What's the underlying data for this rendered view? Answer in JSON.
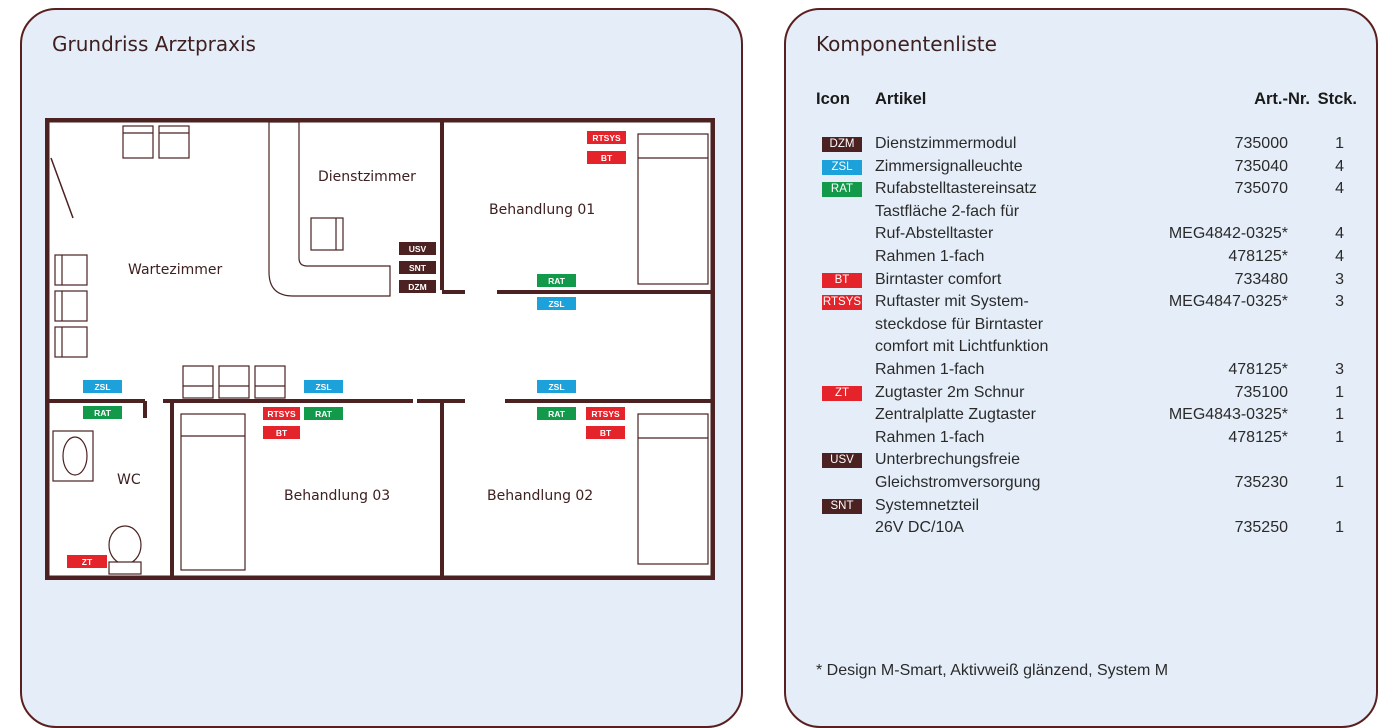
{
  "left_panel": {
    "title": "Grundriss Arztpraxis",
    "rooms": {
      "wartezimmer": "Wartezimmer",
      "dienstzimmer": "Dienstzimmer",
      "behandlung01": "Behandlung 01",
      "behandlung02": "Behandlung 02",
      "behandlung03": "Behandlung 03",
      "wc": "WC"
    },
    "badges": {
      "rtsys": "RTSYS",
      "bt": "BT",
      "rat": "RAT",
      "zsl": "ZSL",
      "usv": "USV",
      "snt": "SNT",
      "dzm": "DZM",
      "zt": "ZT"
    }
  },
  "colors": {
    "dark_brown": "#4b2221",
    "blue": "#1da1db",
    "green": "#129a4a",
    "red": "#e5232a",
    "panel_bg": "#e5eef8",
    "border": "#5a1f1f"
  },
  "right_panel": {
    "title": "Komponentenliste",
    "headers": {
      "icon": "Icon",
      "artikel": "Artikel",
      "artnr": "Art.-Nr.",
      "stck": "Stck."
    },
    "rows": [
      {
        "icon": "DZM",
        "color": "#4b2221",
        "artikel": "Dienstzimmermodul",
        "artnr": "735000",
        "stck": "1"
      },
      {
        "icon": "ZSL",
        "color": "#1da1db",
        "artikel": "Zimmersignalleuchte",
        "artnr": "735040",
        "stck": "4"
      },
      {
        "icon": "RAT",
        "color": "#129a4a",
        "artikel": "Rufabstelltastereinsatz",
        "artnr": "735070",
        "stck": "4"
      },
      {
        "icon": "",
        "color": "",
        "artikel": "Tastfläche 2-fach für",
        "artnr": "",
        "stck": ""
      },
      {
        "icon": "",
        "color": "",
        "artikel": "Ruf-Abstelltaster",
        "artnr": "MEG4842-0325*",
        "stck": "4"
      },
      {
        "icon": "",
        "color": "",
        "artikel": "Rahmen 1-fach",
        "artnr": "478125*",
        "stck": "4"
      },
      {
        "icon": "BT",
        "color": "#e5232a",
        "artikel": "Birntaster comfort",
        "artnr": "733480",
        "stck": "3"
      },
      {
        "icon": "RTSYS",
        "color": "#e5232a",
        "artikel": "Ruftaster mit System-",
        "artnr": "MEG4847-0325*",
        "stck": "3"
      },
      {
        "icon": "",
        "color": "",
        "artikel": "steckdose für Birntaster",
        "artnr": "",
        "stck": ""
      },
      {
        "icon": "",
        "color": "",
        "artikel": "comfort mit  Lichtfunktion",
        "artnr": "",
        "stck": ""
      },
      {
        "icon": "",
        "color": "",
        "artikel": "Rahmen 1-fach",
        "artnr": "478125*",
        "stck": "3"
      },
      {
        "icon": "ZT",
        "color": "#e5232a",
        "artikel": "Zugtaster 2m Schnur",
        "artnr": "735100",
        "stck": "1"
      },
      {
        "icon": "",
        "color": "",
        "artikel": "Zentralplatte Zugtaster",
        "artnr": "MEG4843-0325*",
        "stck": "1"
      },
      {
        "icon": "",
        "color": "",
        "artikel": "Rahmen 1-fach",
        "artnr": "478125*",
        "stck": "1"
      },
      {
        "icon": "USV",
        "color": "#4b2221",
        "artikel": "Unterbrechungsfreie",
        "artnr": "",
        "stck": ""
      },
      {
        "icon": "",
        "color": "",
        "artikel": "Gleichstromversorgung",
        "artnr": "735230",
        "stck": "1"
      },
      {
        "icon": "SNT",
        "color": "#4b2221",
        "artikel": "Systemnetzteil",
        "artnr": "",
        "stck": ""
      },
      {
        "icon": "",
        "color": "",
        "artikel": "26V DC/10A",
        "artnr": "735250",
        "stck": "1"
      }
    ],
    "footnote": "* Design M-Smart, Aktivweiß glänzend, System M"
  }
}
